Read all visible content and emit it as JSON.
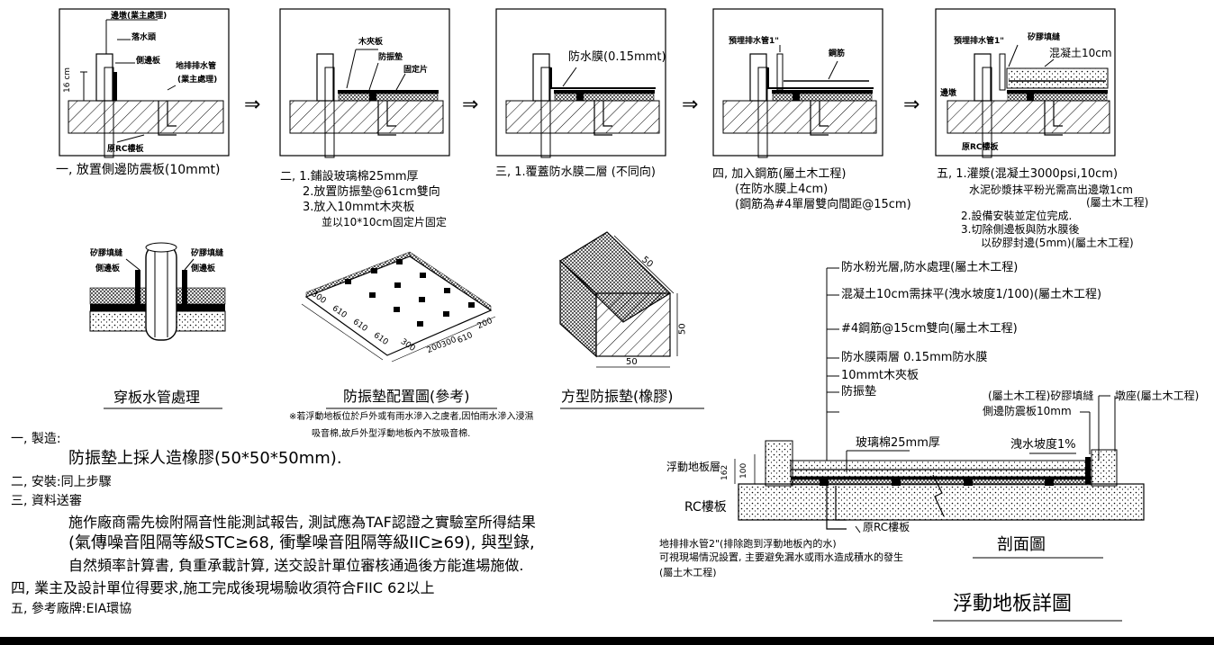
{
  "steps": [
    {
      "callouts": [
        "邊墩(業主處理)",
        "落水頭",
        "側邊板",
        "地排排水管",
        "(業主處理)",
        "原RC樓板"
      ],
      "dim": "16 cm",
      "caption": [
        "一, 放置側邊防震板(10mmt)"
      ]
    },
    {
      "callouts": [
        "木夾板",
        "防振墊",
        "固定片"
      ],
      "caption": [
        "二, 1.鋪設玻璃棉25mm厚",
        "2.放置防振墊@61cm雙向",
        "3.放入10mmt木夾板",
        "並以10*10cm固定片固定"
      ]
    },
    {
      "callouts": [
        "防水膜(0.15mmt)"
      ],
      "caption": [
        "三, 1.覆蓋防水膜二層 (不同向)"
      ]
    },
    {
      "callouts": [
        "預埋排水管1\"",
        "鋼筋"
      ],
      "caption": [
        "四, 加入鋼筋(屬土木工程)",
        "(在防水膜上4cm)",
        "(鋼筋為#4單層雙向間距@15cm)"
      ]
    },
    {
      "callouts": [
        "預埋排水管1\"",
        "矽膠填縫",
        "混凝土10cm",
        "邊墩",
        "原RC樓板"
      ],
      "caption": [
        "五, 1.灌漿(混凝土3000psi,10cm)",
        "水泥砂漿抹平粉光需高出邊墩1cm",
        "(屬土木工程)",
        "2.設備安裝並定位完成.",
        "3.切除側邊板與防水膜後",
        "以矽膠封邊(5mm)(屬土木工程)"
      ]
    }
  ],
  "arrow_symbol": "⇒",
  "pipe_detail": {
    "callouts": [
      "矽膠填縫",
      "側邊板",
      "矽膠填縫",
      "側邊板"
    ],
    "title": "穿板水管處理"
  },
  "pad_layout": {
    "dims": [
      "300",
      "610",
      "610",
      "610",
      "300",
      "610",
      "200",
      "200",
      "300"
    ],
    "title": "防振墊配置圖(參考)",
    "note": [
      "※若浮動地板位於戶外或有雨水滲入之虞者,因怕雨水滲入浸濕",
      "吸音棉,故戶外型浮動地板內不放吸音棉."
    ]
  },
  "pad_block": {
    "dims": [
      "50",
      "50",
      "50"
    ],
    "title": "方型防振墊(橡膠)"
  },
  "notes": [
    {
      "text": "一, 製造:"
    },
    {
      "text": "防振墊上採人造橡膠(50*50*50mm)."
    },
    {
      "text": "二, 安裝:同上步驟"
    },
    {
      "text": "三, 資料送審"
    },
    {
      "text": "施作廠商需先檢附隔音性能測試報告, 測試應為TAF認證之實驗室所得結果"
    },
    {
      "text": "(氣傳噪音阻隔等級STC≥68, 衝擊噪音阻隔等級IIC≥69), 與型錄,"
    },
    {
      "text": "自然頻率計算書, 負重承載計算, 送交設計單位審核通過後方能進場施做."
    },
    {
      "text": "四, 業主及設計單位得要求,施工完成後現場驗收須符合FIIC 62以上"
    },
    {
      "text": "五, 參考廠牌:EIA環協"
    }
  ],
  "section": {
    "layers": [
      "防水粉光層,防水處理(屬土木工程)",
      "混凝土10cm需抹平(洩水坡度1/100)(屬土木工程)",
      "#4鋼筋@15cm雙向(屬土木工程)",
      "防水膜兩層 0.15mm防水膜",
      "10mmt木夾板",
      "防振墊"
    ],
    "right_callouts": [
      "(屬土木工程)矽膠填縫",
      "側邊防震板10mm",
      "墩座(屬土木工程)"
    ],
    "glass_wool": "玻璃棉25mm厚",
    "slope": "洩水坡度1%",
    "floating_layer": "浮動地板層",
    "rc_slab": "RC樓板",
    "orig_rc": "原RC樓板",
    "dims": [
      "162",
      "100"
    ],
    "drain_note": [
      "地排排水管2\"(排除跑到浮動地板內的水)",
      "可視現場情況設置, 主要避免漏水或雨水造成積水的發生",
      "(屬土木工程)"
    ],
    "title": "剖面圖"
  },
  "main_title": "浮動地板詳圖"
}
